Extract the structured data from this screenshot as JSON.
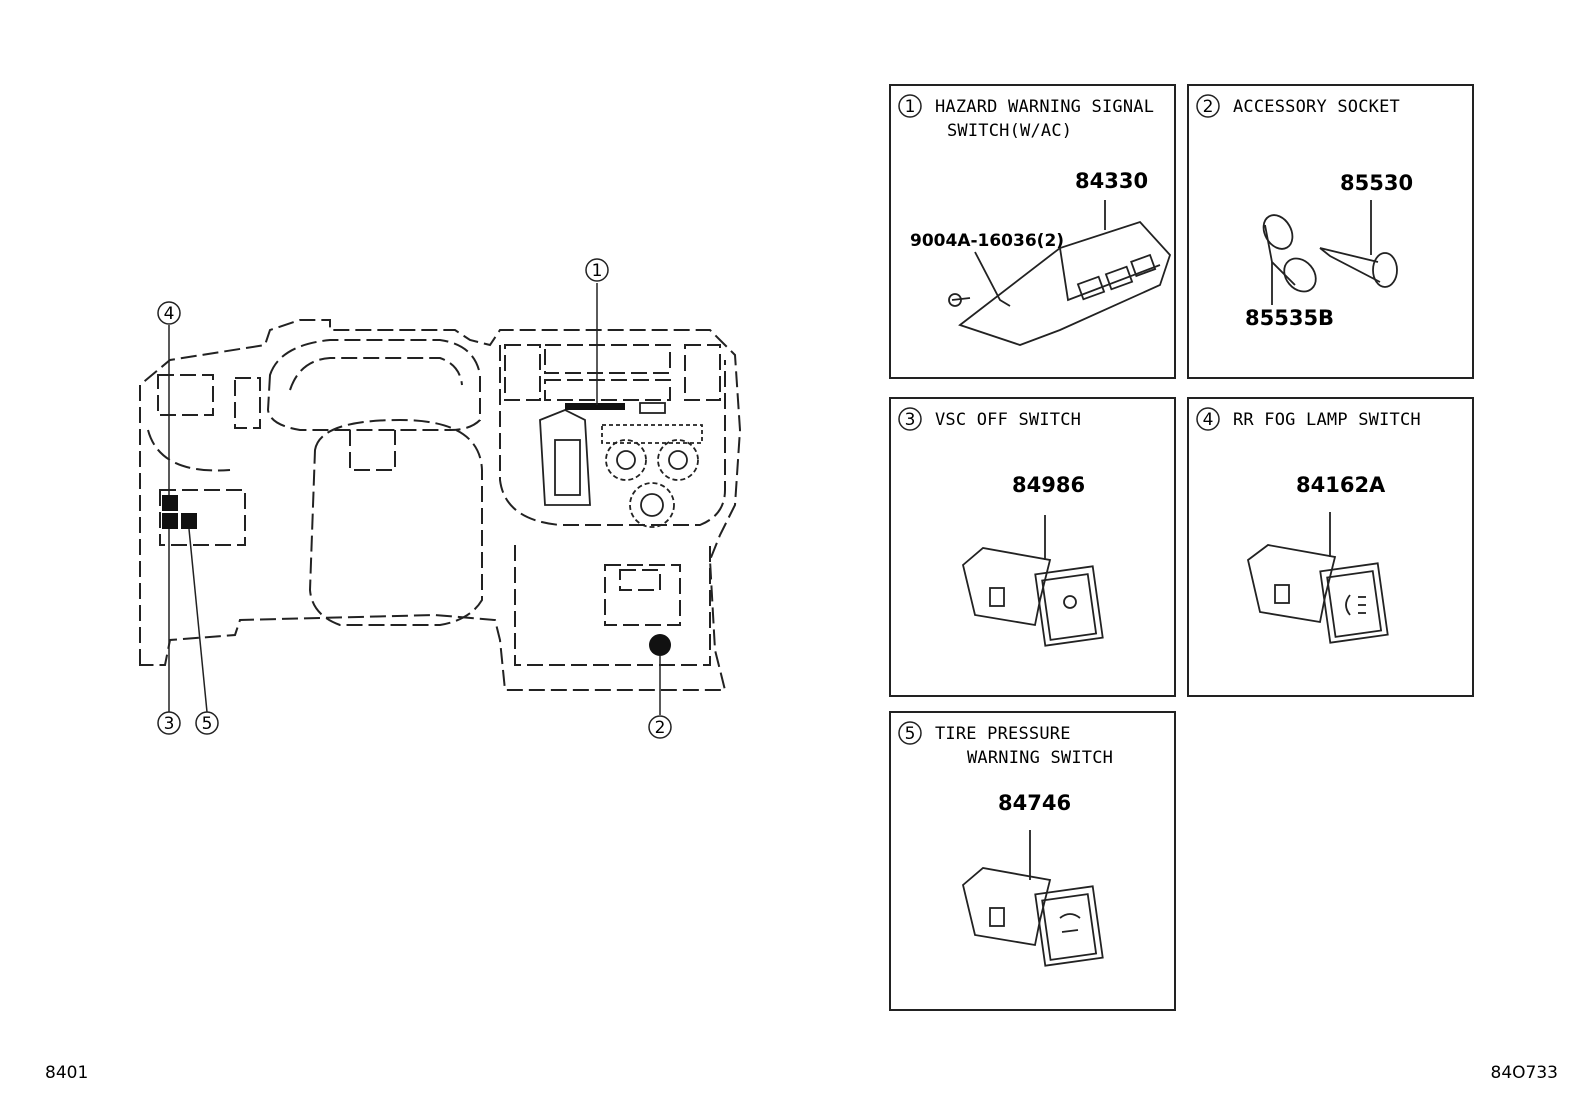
{
  "panels": [
    {
      "num": "1",
      "title_line1": "HAZARD WARNING SIGNAL",
      "title_line2": "SWITCH(W/AC)",
      "part_main": "84330",
      "part_secondary": "9004A-16036(2)"
    },
    {
      "num": "2",
      "title_line1": "ACCESSORY SOCKET",
      "title_line2": "",
      "part_main": "85530",
      "part_secondary": "85535B"
    },
    {
      "num": "3",
      "title_line1": "VSC OFF SWITCH",
      "title_line2": "",
      "part_main": "84986",
      "part_secondary": ""
    },
    {
      "num": "4",
      "title_line1": "RR FOG LAMP SWITCH",
      "title_line2": "",
      "part_main": "84162A",
      "part_secondary": ""
    },
    {
      "num": "5",
      "title_line1": "TIRE PRESSURE",
      "title_line2": "WARNING SWITCH",
      "part_main": "84746",
      "part_secondary": ""
    }
  ],
  "overview": {
    "callouts": [
      "1",
      "2",
      "3",
      "4",
      "5"
    ]
  },
  "footer": {
    "left_code": "8401",
    "right_code": "84O733"
  }
}
